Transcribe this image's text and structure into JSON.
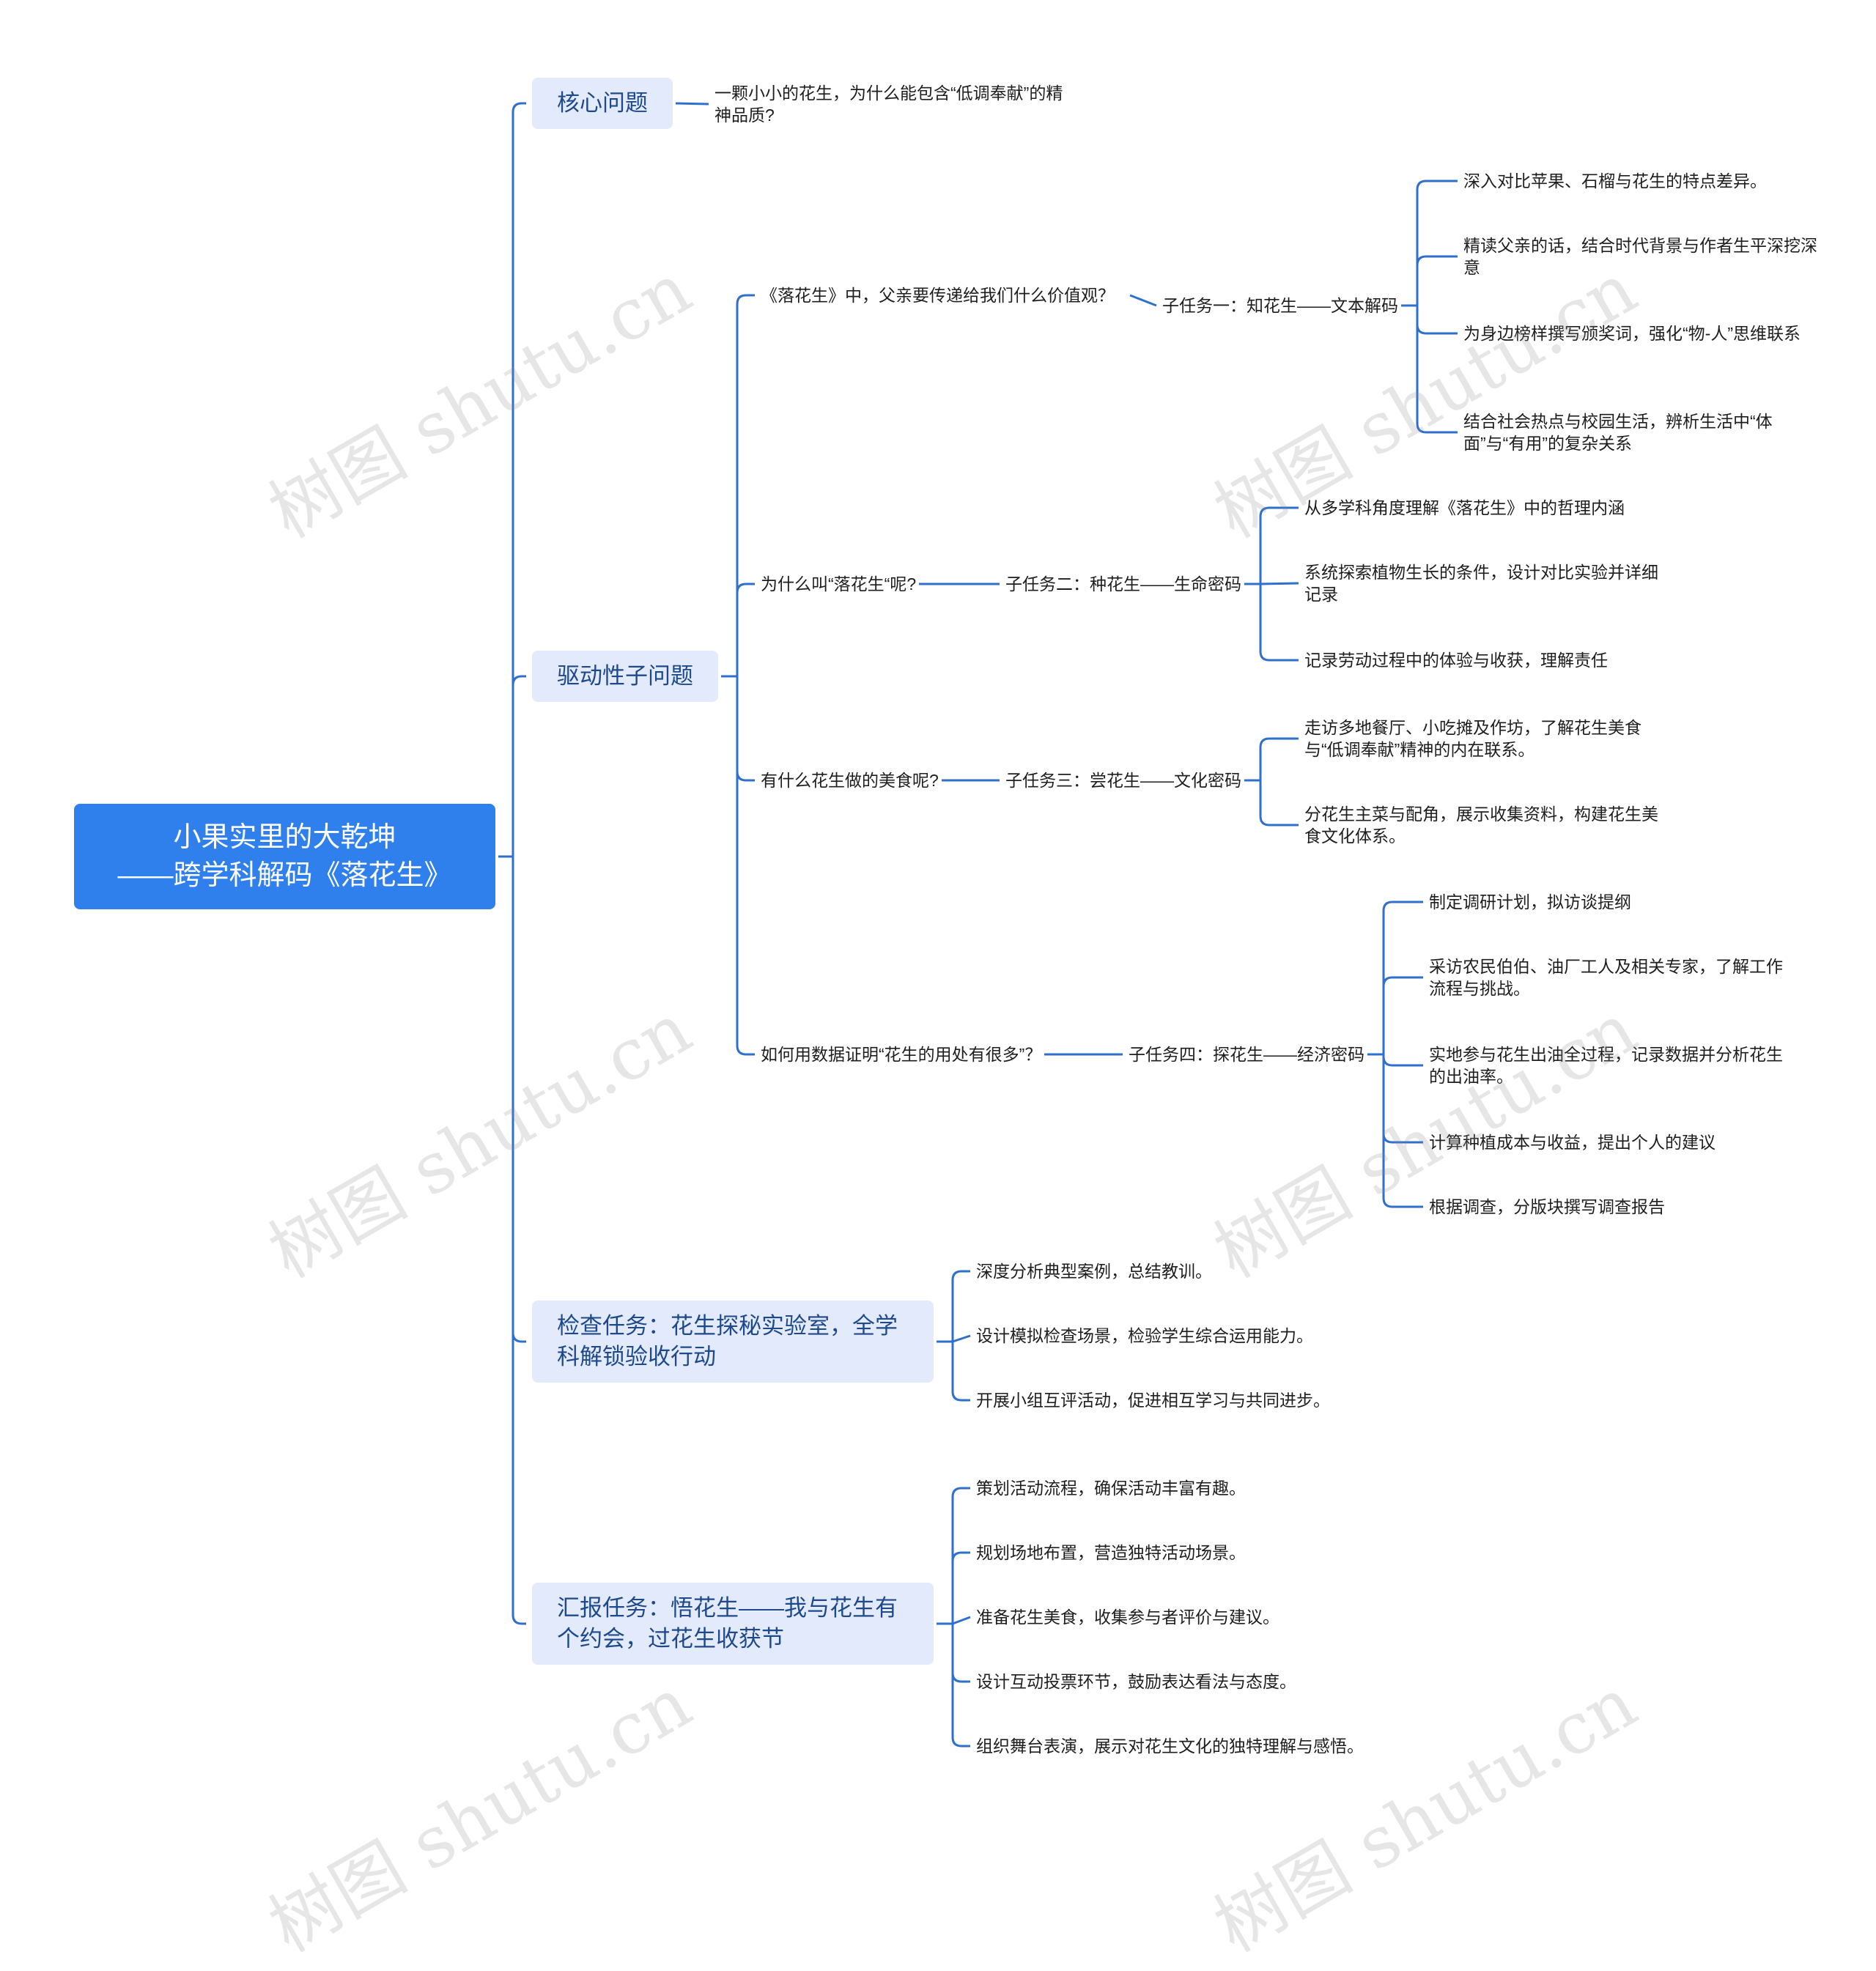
{
  "root": {
    "line1": "小果实里的大乾坤",
    "line2": "——跨学科解码《落花生》"
  },
  "core": {
    "label": "核心问题",
    "text": "一颗小小的花生，为什么能包含“低调奉献”的精神品质?"
  },
  "drive": {
    "label": "驱动性子问题",
    "questions": [
      {
        "text": "《落花生》中，父亲要传递给我们什么价值观？",
        "task": "子任务一：知花生——文本解码",
        "items": [
          "深入对比苹果、石榴与花生的特点差异。",
          "精读父亲的话，结合时代背景与作者生平深挖深意",
          "为身边榜样撰写颁奖词，强化“物-人”思维联系",
          "结合社会热点与校园生活，辨析生活中“体面”与“有用”的复杂关系"
        ]
      },
      {
        "text": "为什么叫“落花生“呢?",
        "task": "子任务二：种花生——生命密码",
        "items": [
          "从多学科角度理解《落花生》中的哲理内涵",
          "系统探索植物生长的条件，设计对比实验并详细记录",
          "记录劳动过程中的体验与收获，理解责任"
        ]
      },
      {
        "text": "有什么花生做的美食呢?",
        "task": "子任务三：尝花生——文化密码",
        "items": [
          "走访多地餐厅、小吃摊及作坊，了解花生美食与“低调奉献”精神的内在联系。",
          "分花生主菜与配角，展示收集资料，构建花生美食文化体系。"
        ]
      },
      {
        "text": "如何用数据证明“花生的用处有很多”？",
        "task": "子任务四：探花生——经济密码",
        "items": [
          "制定调研计划，拟访谈提纲",
          "采访农民伯伯、油厂工人及相关专家，了解工作流程与挑战。",
          "实地参与花生出油全过程，记录数据并分析花生的出油率。",
          "计算种植成本与收益，提出个人的建议",
          "根据调查，分版块撰写调查报告"
        ]
      }
    ]
  },
  "check": {
    "label": "检查任务：花生探秘实验室，全学科解锁验收行动",
    "items": [
      "深度分析典型案例，总结教训。",
      "设计模拟检查场景，检验学生综合运用能力。",
      "开展小组互评活动，促进相互学习与共同进步。"
    ]
  },
  "report": {
    "label": "汇报任务：悟花生——我与花生有个约会，过花生收获节",
    "items": [
      "策划活动流程，确保活动丰富有趣。",
      "规划场地布置，营造独特活动场景。",
      "准备花生美食，收集参与者评价与建议。",
      "设计互动投票环节，鼓励表达看法与态度。",
      "组织舞台表演，展示对花生文化的独特理解与感悟。"
    ]
  },
  "watermark": "树图 shutu.cn",
  "colors": {
    "root": "#2f80ed",
    "branch": "#e3eafc",
    "branch_text": "#1e4a8c",
    "link": "#2f6fce"
  }
}
